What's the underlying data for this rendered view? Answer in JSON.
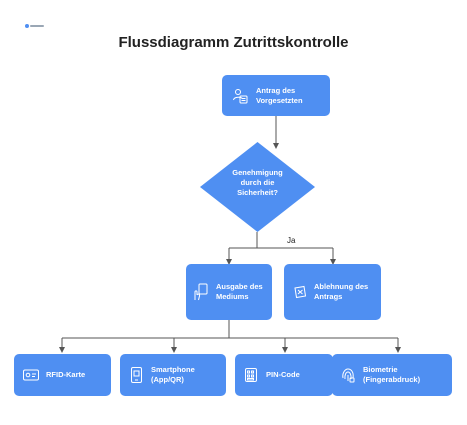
{
  "title": "Flussdiagramm Zutrittskontrolle",
  "nodes": {
    "request": {
      "label": "Antrag des\nVorgesetzten",
      "icon": "user-form-icon"
    },
    "decision": {
      "label": "Genehmigung\ndurch die\nSicherheit?"
    },
    "issue": {
      "label": "Ausgabe des\nMediums",
      "icon": "hand-card-icon"
    },
    "reject": {
      "label": "Ablehnung des\nAntrags",
      "icon": "rejected-card-icon"
    },
    "rfid": {
      "label": "RFID-Karte",
      "icon": "id-card-icon"
    },
    "smartphone": {
      "label": "Smartphone\n(App/QR)",
      "icon": "smartphone-icon"
    },
    "pin": {
      "label": "PIN-Code",
      "icon": "keypad-icon"
    },
    "bio": {
      "label": "Biometrie\n(Fingerabdruck)",
      "icon": "fingerprint-icon"
    }
  },
  "edge_label_yes": "Ja",
  "colors": {
    "node": "#4f8ff2",
    "line": "#555555",
    "title": "#222222"
  }
}
